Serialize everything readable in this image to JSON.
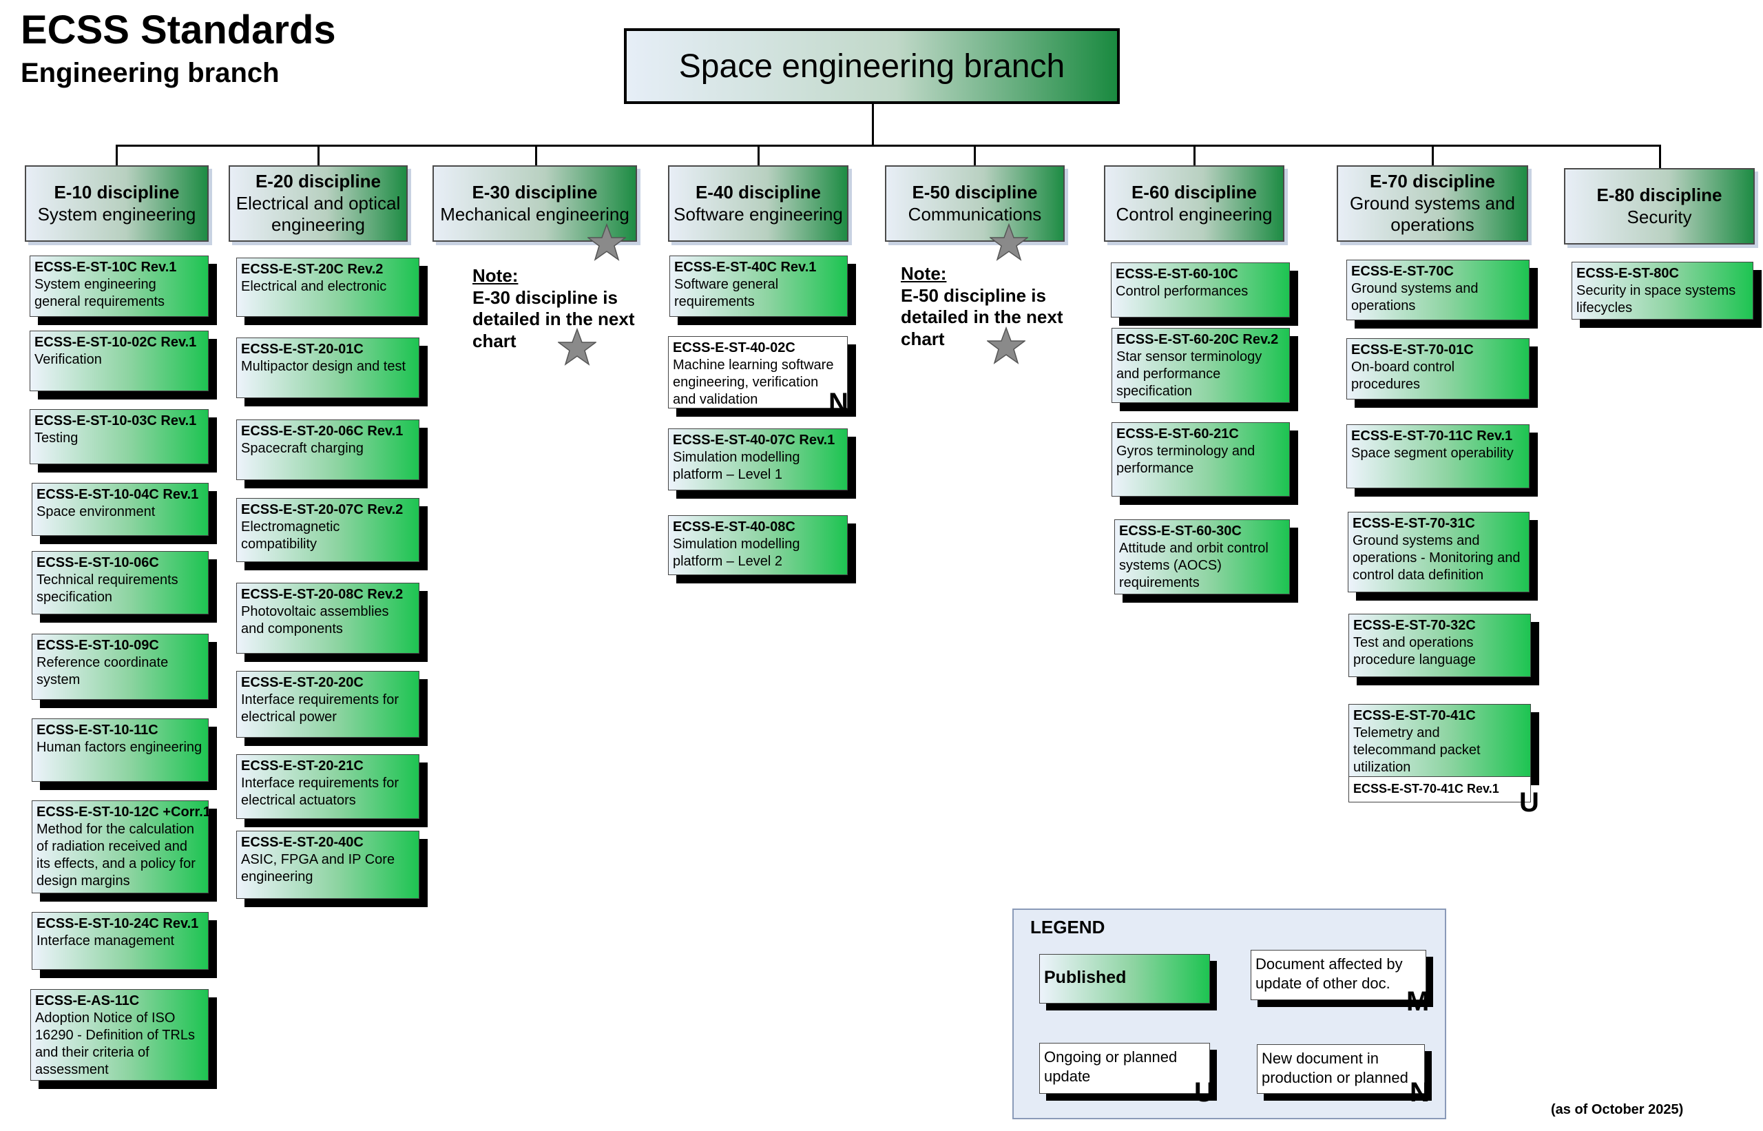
{
  "title": "ECSS Standards",
  "subtitle": "Engineering branch",
  "root": "Space engineering branch",
  "disciplines": [
    {
      "code": "E-10 discipline",
      "name": "System engineering"
    },
    {
      "code": "E-20 discipline",
      "name": "Electrical and optical engineering"
    },
    {
      "code": "E-30 discipline",
      "name": "Mechanical engineering"
    },
    {
      "code": "E-40 discipline",
      "name": "Software engineering"
    },
    {
      "code": "E-50 discipline",
      "name": "Communications"
    },
    {
      "code": "E-60 discipline",
      "name": "Control engineering"
    },
    {
      "code": "E-70 discipline",
      "name": "Ground systems and operations"
    },
    {
      "code": "E-80 discipline",
      "name": "Security"
    }
  ],
  "notes": {
    "e30": {
      "label": "Note:",
      "text": "E-30 discipline is detailed in the next chart"
    },
    "e50": {
      "label": "Note:",
      "text": "E-50 discipline is detailed in the next chart"
    }
  },
  "e10": [
    {
      "code": "ECSS-E-ST-10C Rev.1",
      "title": "System engineering general requirements"
    },
    {
      "code": "ECSS-E-ST-10-02C Rev.1",
      "title": "Verification"
    },
    {
      "code": "ECSS-E-ST-10-03C Rev.1",
      "title": "Testing"
    },
    {
      "code": "ECSS-E-ST-10-04C Rev.1",
      "title": "Space environment"
    },
    {
      "code": "ECSS-E-ST-10-06C",
      "title": "Technical requirements specification"
    },
    {
      "code": "ECSS-E-ST-10-09C",
      "title": "Reference coordinate system"
    },
    {
      "code": "ECSS-E-ST-10-11C",
      "title": "Human factors engineering"
    },
    {
      "code": "ECSS-E-ST-10-12C +Corr.1",
      "title": "Method for the calculation of radiation received and its effects, and a policy for design margins"
    },
    {
      "code": "ECSS-E-ST-10-24C Rev.1",
      "title": "Interface management"
    },
    {
      "code": "ECSS-E-AS-11C",
      "title": "Adoption Notice of ISO 16290 - Definition of TRLs and their criteria of assessment"
    }
  ],
  "e20": [
    {
      "code": "ECSS-E-ST-20C Rev.2",
      "title": "Electrical and electronic"
    },
    {
      "code": "ECSS-E-ST-20-01C",
      "title": "Multipactor design and test"
    },
    {
      "code": "ECSS-E-ST-20-06C Rev.1",
      "title": "Spacecraft charging"
    },
    {
      "code": "ECSS-E-ST-20-07C Rev.2",
      "title": "Electromagnetic compatibility"
    },
    {
      "code": "ECSS-E-ST-20-08C Rev.2",
      "title": "Photovoltaic assemblies and components"
    },
    {
      "code": "ECSS-E-ST-20-20C",
      "title": "Interface requirements for electrical power"
    },
    {
      "code": "ECSS-E-ST-20-21C",
      "title": "Interface requirements for electrical actuators"
    },
    {
      "code": "ECSS-E-ST-20-40C",
      "title": "ASIC, FPGA  and IP Core engineering"
    }
  ],
  "e40": [
    {
      "code": "ECSS-E-ST-40C Rev.1",
      "title": "Software general requirements"
    },
    {
      "code": "ECSS-E-ST-40-02C",
      "title": "Machine learning software engineering, verification and validation",
      "mark": "N"
    },
    {
      "code": "ECSS-E-ST-40-07C Rev.1",
      "title": "Simulation modelling platform – Level 1"
    },
    {
      "code": "ECSS-E-ST-40-08C",
      "title": "Simulation modelling platform – Level 2"
    }
  ],
  "e60": [
    {
      "code": "ECSS-E-ST-60-10C",
      "title": "Control performances"
    },
    {
      "code": "ECSS-E-ST-60-20C Rev.2",
      "title": "Star sensor terminology and performance specification"
    },
    {
      "code": "ECSS-E-ST-60-21C",
      "title": "Gyros terminology and performance"
    },
    {
      "code": "ECSS-E-ST-60-30C",
      "title": "Attitude and orbit control systems (AOCS) requirements"
    }
  ],
  "e70": [
    {
      "code": "ECSS-E-ST-70C",
      "title": "Ground systems and operations"
    },
    {
      "code": "ECSS-E-ST-70-01C",
      "title": "On-board control procedures"
    },
    {
      "code": "ECSS-E-ST-70-11C Rev.1",
      "title": "Space segment operability"
    },
    {
      "code": "ECSS-E-ST-70-31C",
      "title": "Ground systems and operations - Monitoring and control data definition"
    },
    {
      "code": "ECSS-E-ST-70-32C",
      "title": "Test and operations procedure language"
    },
    {
      "code": "ECSS-E-ST-70-41C",
      "title": "Telemetry and telecommand packet utilization",
      "update": "ECSS-E-ST-70-41C Rev.1",
      "mark": "U"
    }
  ],
  "e80": [
    {
      "code": "ECSS-E-ST-80C",
      "title": "Security in space systems lifecycles"
    }
  ],
  "legend": {
    "title": "LEGEND",
    "published": "Published",
    "affected": "Document affected by update of other doc.",
    "affected_mark": "M",
    "ongoing": "Ongoing or planned update",
    "ongoing_mark": "U",
    "new": "New document in production or planned",
    "new_mark": "N"
  },
  "as_of": "(as of October 2025)",
  "colors": {
    "published_gradient_end": "#1ec452",
    "header_gradient_end": "#1e8c44",
    "legend_bg": "#e4ebf6"
  }
}
